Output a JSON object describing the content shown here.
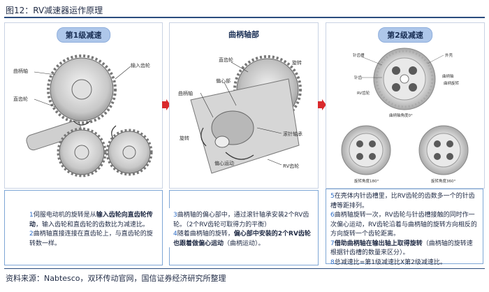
{
  "figure": {
    "title": "图12：RV减速器运作原理"
  },
  "panels": {
    "stage1": {
      "title": "第1级减速",
      "labels": {
        "crank": "曲柄轴",
        "input_gear": "输入齿轮",
        "spur_gear": "直齿轮"
      }
    },
    "crank": {
      "title": "曲柄轴部",
      "labels": {
        "spur_gear": "直齿轮",
        "eccentric": "偏心部",
        "rotate_top": "旋转",
        "crank": "曲柄轴",
        "rotate_left": "旋转",
        "needle": "滚针轴承",
        "eccentric_motion": "偏心运动",
        "rv_gear": "RV齿轮"
      }
    },
    "stage2": {
      "title": "第2级减速",
      "labels": {
        "housing": "外壳",
        "pin_groove": "针齿槽",
        "pin": "针齿",
        "rv_gear": "RV齿轮",
        "crank_shaft": "曲柄轴",
        "crank_rot": "曲柄旋转",
        "angle0": "曲柄轴角度0°",
        "angle180": "旋转角度180°",
        "angle360": "旋转角度360°"
      }
    }
  },
  "texts": {
    "box1": {
      "n1": "1",
      "p1a": "伺服电动机的旋转是从",
      "p1b": "输入齿轮向直齿轮传动",
      "p1c": "，输入齿轮和直齿轮的齿数比为减速比。",
      "n2": "2",
      "p2": "曲柄轴直接连接在直齿轮上，与直齿轮的旋转数一样。"
    },
    "box2": {
      "n3": "3",
      "p3a": "曲柄轴的偏心部中，通过滚针轴承安装2个RV齿轮。",
      "p3b": "（2个RV齿轮可取得力的平衡）",
      "n4": "4",
      "p4a": "随着曲柄轴的旋转，",
      "p4b": "偏心部中安装的2个RV齿轮也跟着做偏心运动",
      "p4c": "（曲柄运动）。"
    },
    "box3": {
      "n5": "5",
      "p5": "在壳体内针齿槽里，比RV齿轮的齿数多一个的针齿槽等距排列。",
      "n6": "6",
      "p6": "曲柄轴旋转一次，RV齿轮与针齿槽接触的同时作一次偏心运动，RV齿轮沿着与曲柄轴的旋转方向相反的方向旋转一个齿轮距离。",
      "n7": "7",
      "p7a": "借助曲柄轴在输出轴上取得旋转",
      "p7b": "（曲柄轴的旋转速根据针齿槽的数量来区分）。",
      "n8": "8",
      "p8": "总减速比=第1级减速比X第2级减速比。"
    }
  },
  "source": "资料来源：Nabtesco，双环传动官网，国信证券经济研究所整理",
  "colors": {
    "accent": "#2b4c7e",
    "arrow": "#d9292c",
    "highlight": "#2e6dc6",
    "pill": "#aec7ea"
  }
}
